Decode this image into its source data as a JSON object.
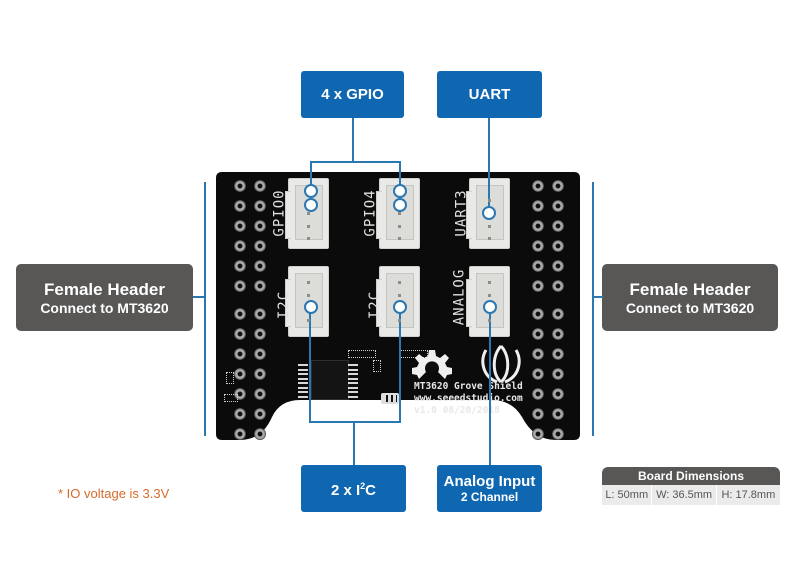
{
  "callouts": {
    "gpio": {
      "label": "4 x GPIO"
    },
    "uart": {
      "label": "UART"
    },
    "i2c": {
      "label_main": "2 x I",
      "label_sup": "2",
      "label_end": "C"
    },
    "analog": {
      "line1": "Analog Input",
      "line2": "2 Channel"
    },
    "left_header": {
      "line1": "Female Header",
      "line2": "Connect to MT3620"
    },
    "right_header": {
      "line1": "Female Header",
      "line2": "Connect to MT3620"
    }
  },
  "board": {
    "connectors": [
      {
        "label": "GPIO0"
      },
      {
        "label": "GPIO4"
      },
      {
        "label": "UART3"
      },
      {
        "label": "I2C"
      },
      {
        "label": "I2C"
      },
      {
        "label": "ANALOG"
      }
    ],
    "silkscreen": [
      "MT3620 Grove Shield",
      "www.seeedstudio.com",
      "v1.0 08/20/2018"
    ]
  },
  "note": "* IO voltage is 3.3V",
  "dimensions": {
    "title": "Board Dimensions",
    "values": [
      "L: 50mm",
      "W: 36.5mm",
      "H: 17.8mm"
    ]
  },
  "colors": {
    "callout_blue": "#1067b1",
    "callout_gray": "#585756",
    "line_blue": "#2b77b0",
    "note_orange": "#d86a2a",
    "board_black": "#0b0b0b"
  }
}
